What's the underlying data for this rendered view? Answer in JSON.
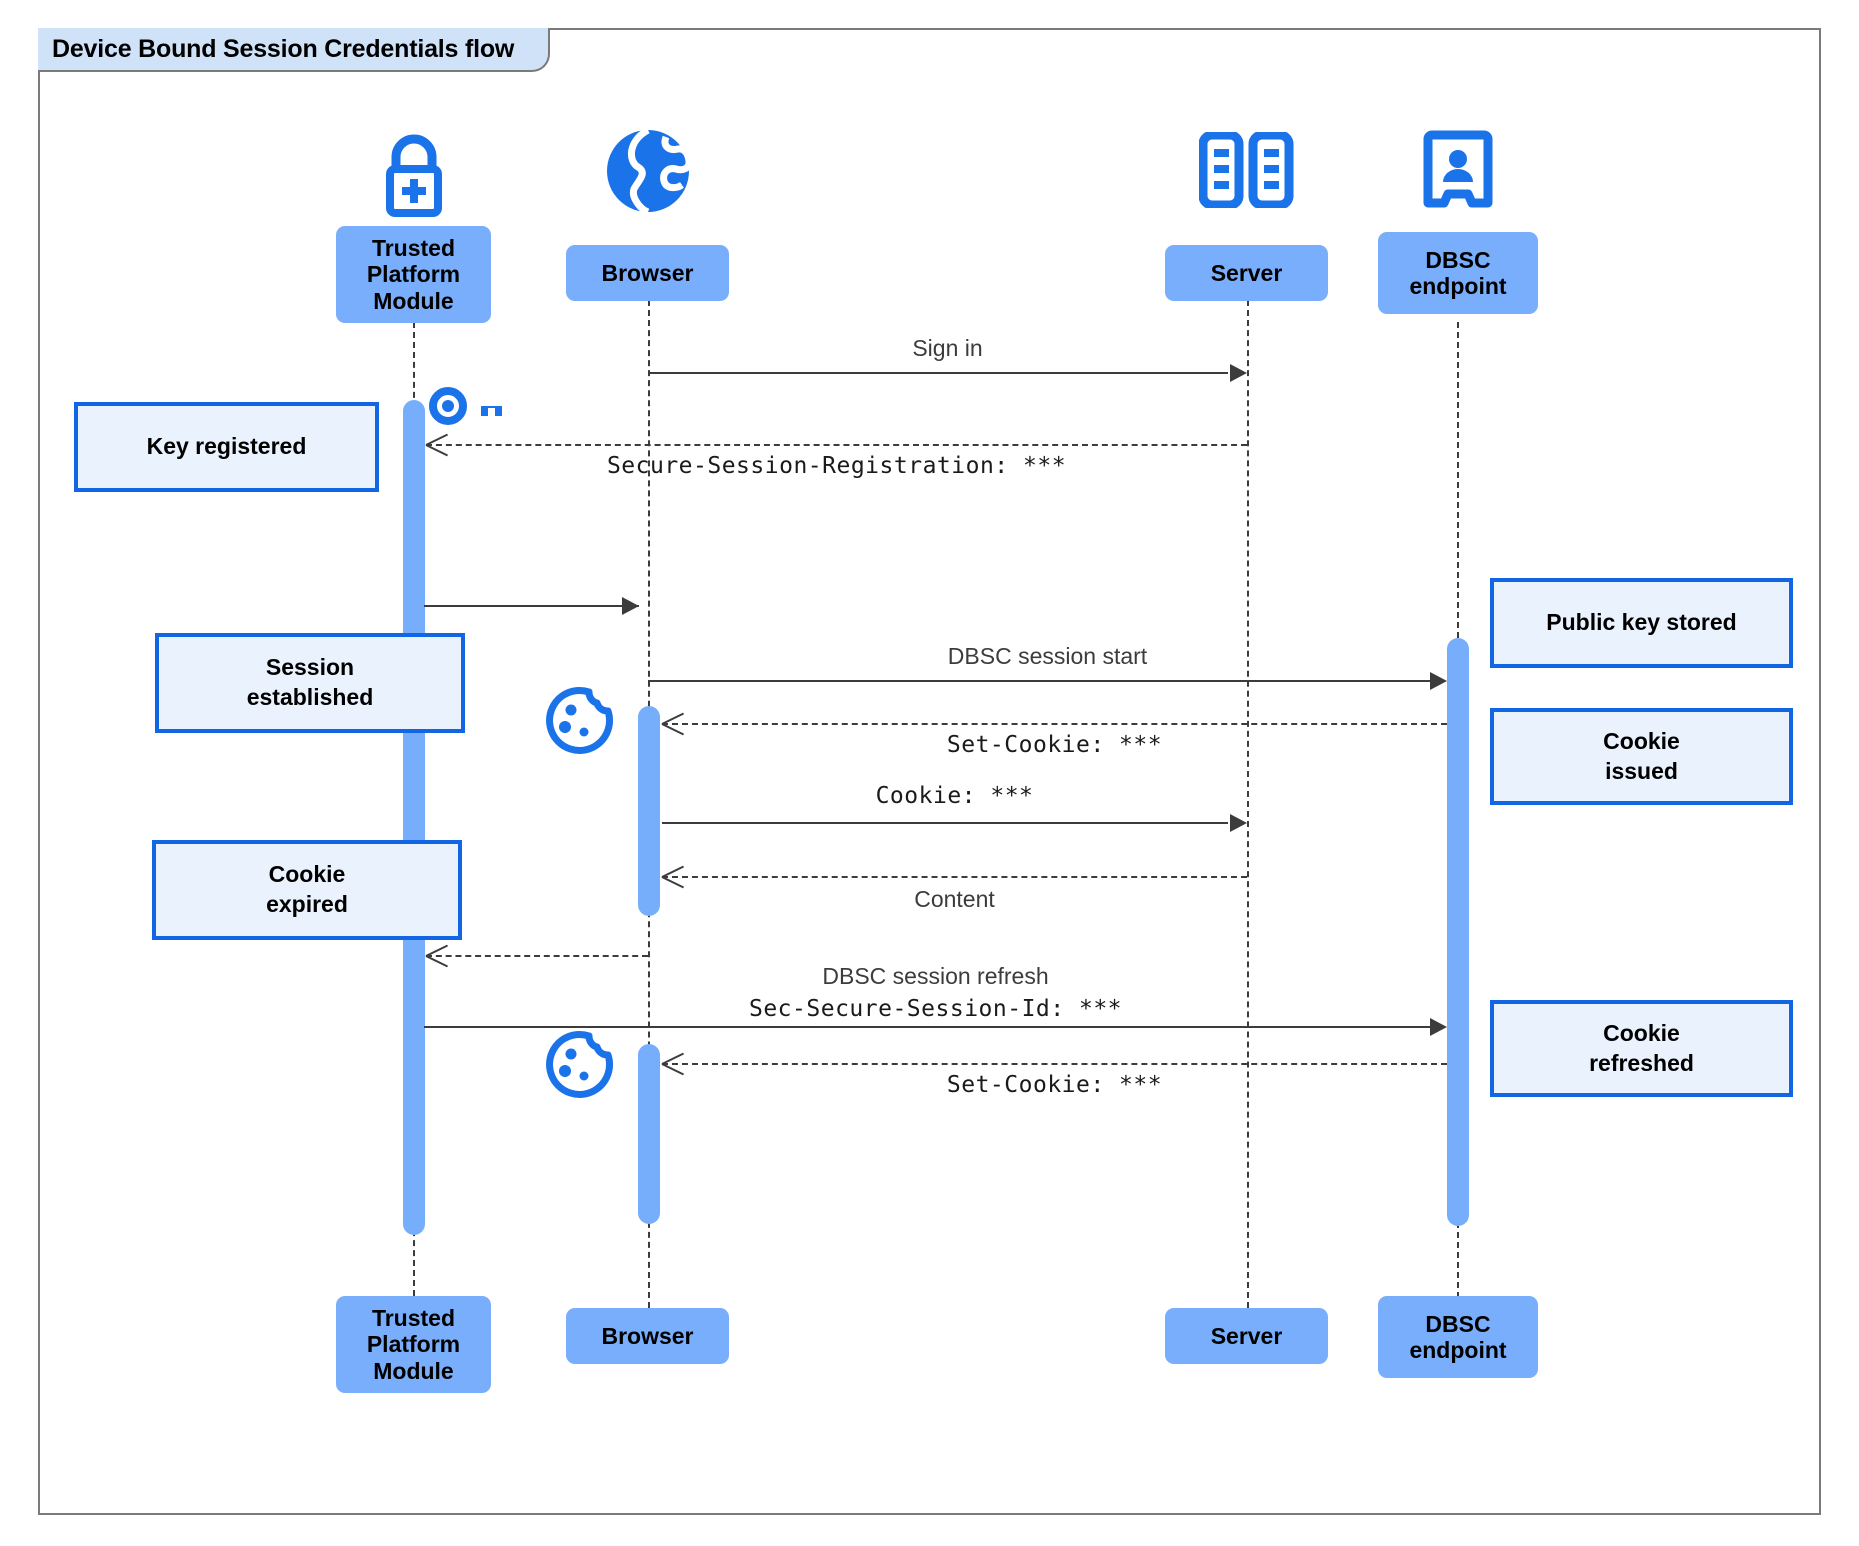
{
  "diagram": {
    "title": "Device Bound Session Credentials flow",
    "type": "uml-sequence-diagram",
    "colors": {
      "participant_fill": "#78aefc",
      "activation_fill": "#76aefb",
      "note_fill": "#eaf2fd",
      "note_border": "#1266e3",
      "icon_blue": "#1a73e8",
      "frame_border": "#7a7a7a",
      "frame_tab_fill": "#cfe2f7",
      "line": "#3c3c3c"
    }
  },
  "participants": [
    {
      "id": "tpm",
      "label": "Trusted\nPlatform\nModule",
      "icon": "padlock-plus-icon"
    },
    {
      "id": "browser",
      "label": "Browser",
      "icon": "globe-icon"
    },
    {
      "id": "server",
      "label": "Server",
      "icon": "server-racks-icon"
    },
    {
      "id": "dbsc",
      "label": "DBSC\nendpoint",
      "icon": "id-badge-person-icon"
    }
  ],
  "participants_bottom": [
    {
      "id": "tpm",
      "label": "Trusted\nPlatform\nModule"
    },
    {
      "id": "browser",
      "label": "Browser"
    },
    {
      "id": "server",
      "label": "Server"
    },
    {
      "id": "dbsc",
      "label": "DBSC\nendpoint"
    }
  ],
  "messages": [
    {
      "id": "m1",
      "from": "browser",
      "to": "server",
      "label": "Sign in",
      "style": "solid",
      "font": "sans"
    },
    {
      "id": "m2",
      "from": "server",
      "to": "tpm",
      "label": "Secure-Session-Registration: ***",
      "style": "dashed",
      "font": "mono"
    },
    {
      "id": "m3",
      "from": "tpm",
      "to": "browser",
      "label": "",
      "style": "solid",
      "font": "sans"
    },
    {
      "id": "m4",
      "from": "browser",
      "to": "dbsc",
      "label": "DBSC session start",
      "style": "solid",
      "font": "sans"
    },
    {
      "id": "m5",
      "from": "dbsc",
      "to": "browser",
      "label": "Set-Cookie: ***",
      "style": "dashed",
      "font": "mono"
    },
    {
      "id": "m6",
      "from": "browser",
      "to": "server",
      "label": "Cookie: ***",
      "style": "solid",
      "font": "mono"
    },
    {
      "id": "m7",
      "from": "server",
      "to": "browser",
      "label": "Content",
      "style": "dashed",
      "font": "sans"
    },
    {
      "id": "m8",
      "from": "browser",
      "to": "tpm",
      "label": "",
      "style": "dashed",
      "font": "sans"
    },
    {
      "id": "m9",
      "from": "tpm",
      "to": "dbsc",
      "label_line1": "DBSC session refresh",
      "label_line2": "Sec-Secure-Session-Id: ***",
      "style": "solid",
      "font": "mixed"
    },
    {
      "id": "m10",
      "from": "dbsc",
      "to": "browser",
      "label": "Set-Cookie: ***",
      "style": "dashed",
      "font": "mono"
    }
  ],
  "notes": [
    {
      "id": "n1",
      "side": "left",
      "label": "Key registered"
    },
    {
      "id": "n2",
      "side": "left",
      "label": "Session\nestablished"
    },
    {
      "id": "n3",
      "side": "left",
      "label": "Cookie\nexpired"
    },
    {
      "id": "n4",
      "side": "right",
      "label": "Public key stored"
    },
    {
      "id": "n5",
      "side": "right",
      "label": "Cookie\nissued"
    },
    {
      "id": "n6",
      "side": "right",
      "label": "Cookie\nrefreshed"
    }
  ],
  "inline_icons": [
    {
      "id": "key1",
      "name": "key-icon"
    },
    {
      "id": "cookie1",
      "name": "cookie-icon"
    },
    {
      "id": "cookie2",
      "name": "cookie-icon"
    }
  ]
}
